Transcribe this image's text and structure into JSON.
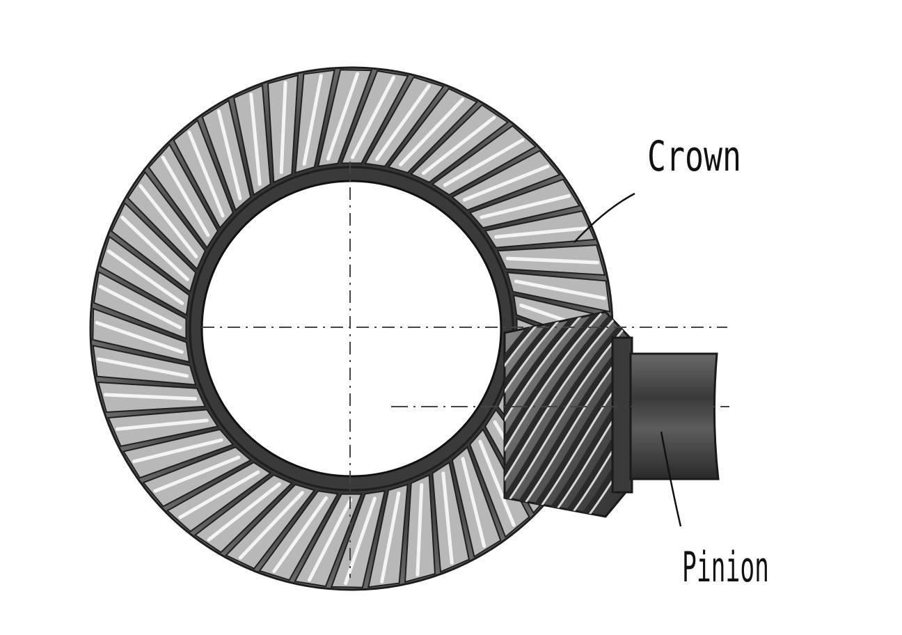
{
  "labels": {
    "crown": "Crown",
    "pinion": "Pinion"
  },
  "colors": {
    "background": "#ffffff",
    "gear_dark": "#3a3a3a",
    "gear_mid": "#5a5a5a",
    "gear_light": "#dcdcdc",
    "tooth_highlight": "#f2f2f2",
    "shaft": "#4a4a4a",
    "centerline": "#444444",
    "leader": "#111111"
  },
  "crown_gear": {
    "tooth_count": 44
  },
  "pinion_gear": {
    "tooth_count": 11
  }
}
